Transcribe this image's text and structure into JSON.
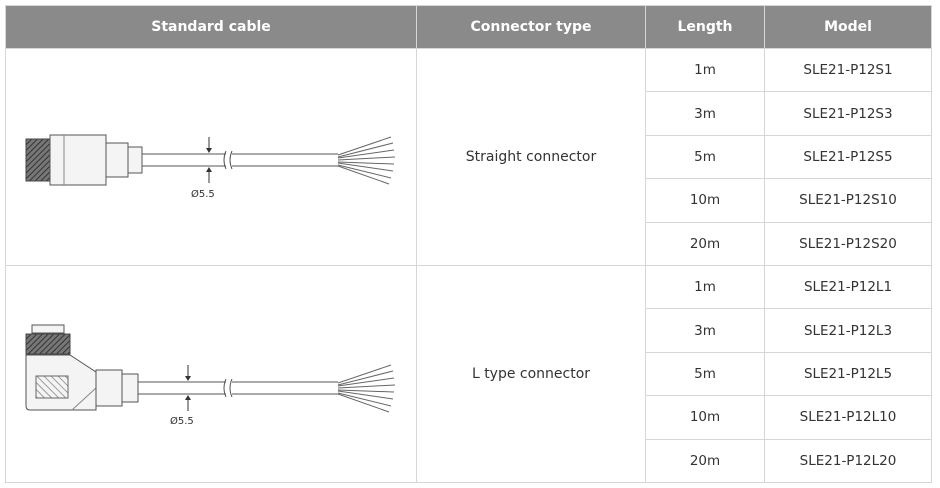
{
  "headers": {
    "standard_cable": "Standard cable",
    "connector_type": "Connector type",
    "length": "Length",
    "model": "Model"
  },
  "groups": [
    {
      "connector_type": "Straight connector",
      "diameter_label": "Ø5.5",
      "rows": [
        {
          "length": "1m",
          "model": "SLE21-P12S1"
        },
        {
          "length": "3m",
          "model": "SLE21-P12S3"
        },
        {
          "length": "5m",
          "model": "SLE21-P12S5"
        },
        {
          "length": "10m",
          "model": "SLE21-P12S10"
        },
        {
          "length": "20m",
          "model": "SLE21-P12S20"
        }
      ]
    },
    {
      "connector_type": "L type connector",
      "diameter_label": "Ø5.5",
      "rows": [
        {
          "length": "1m",
          "model": "SLE21-P12L1"
        },
        {
          "length": "3m",
          "model": "SLE21-P12L3"
        },
        {
          "length": "5m",
          "model": "SLE21-P12L5"
        },
        {
          "length": "10m",
          "model": "SLE21-P12L10"
        },
        {
          "length": "20m",
          "model": "SLE21-P12L20"
        }
      ]
    }
  ]
}
